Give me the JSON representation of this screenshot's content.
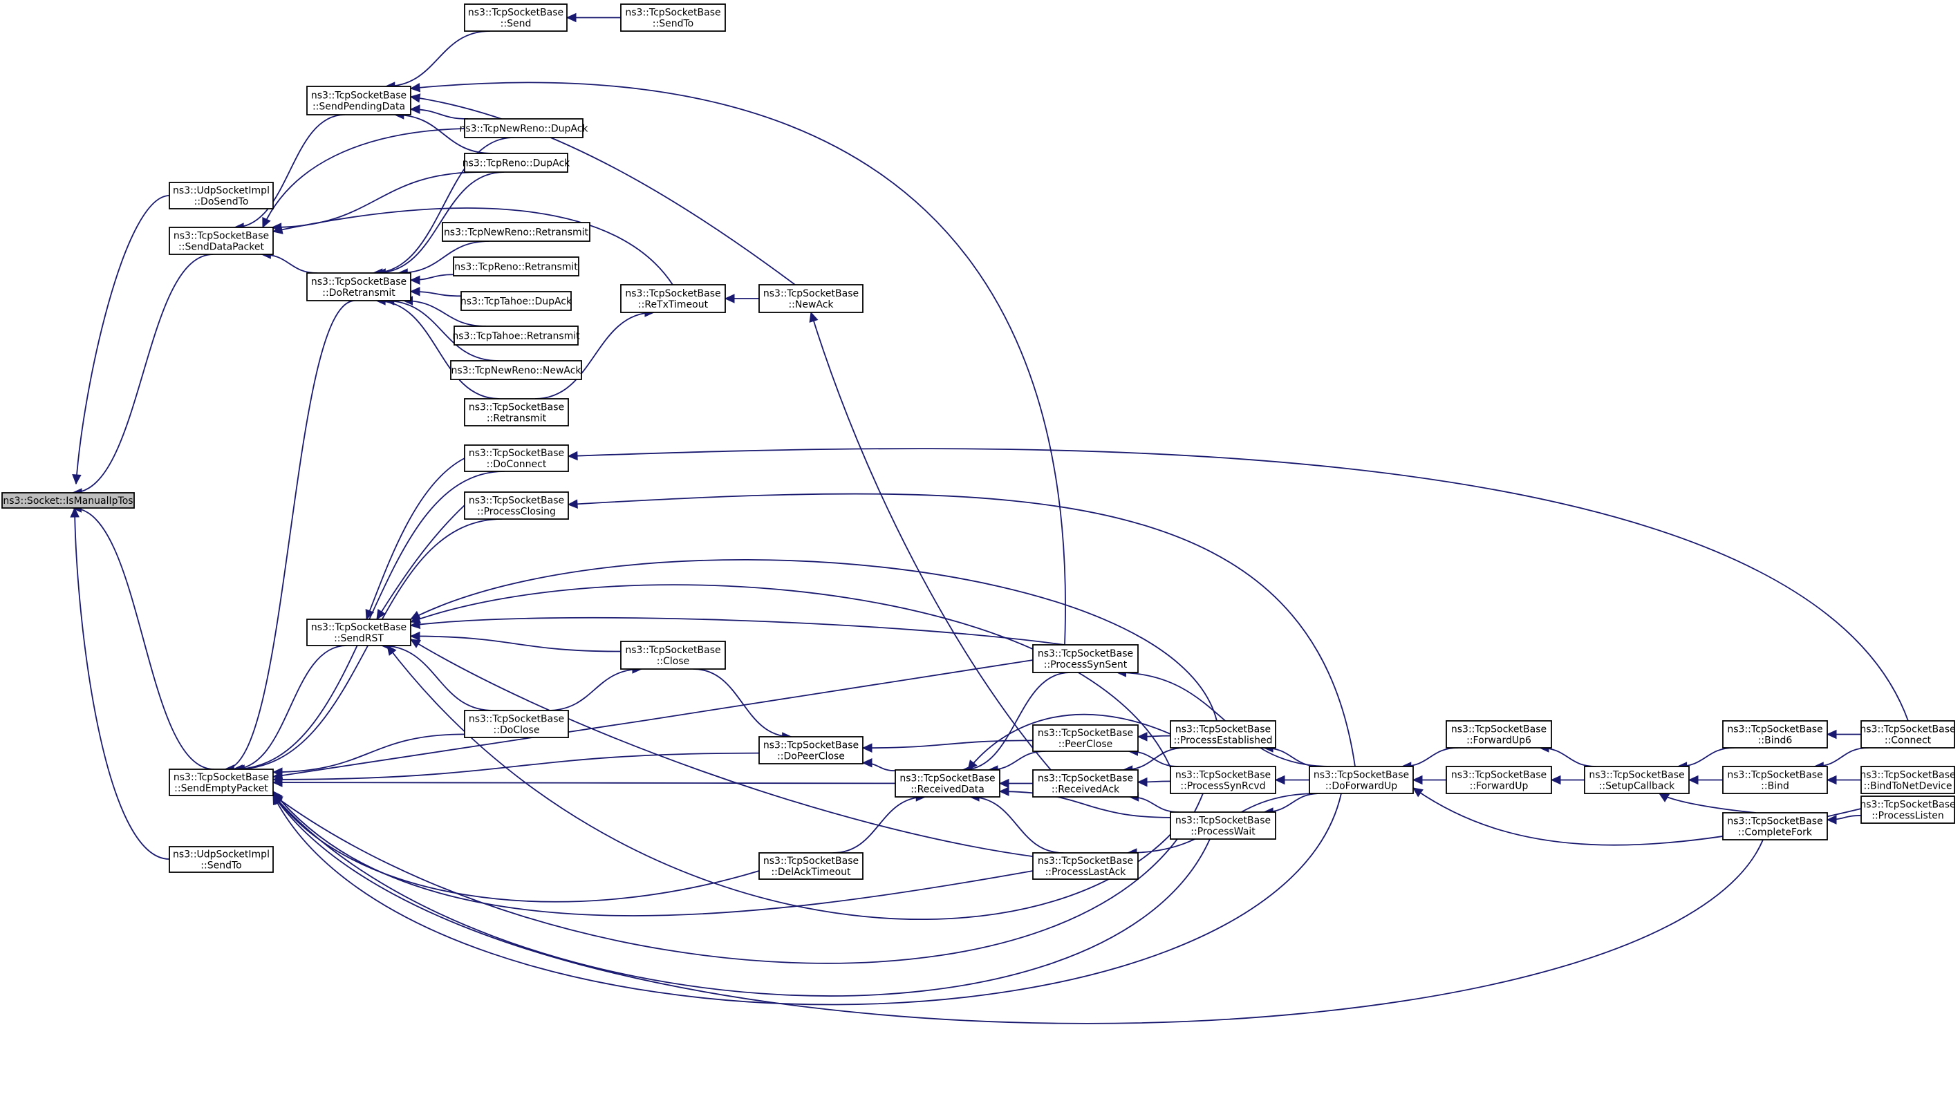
{
  "graph": {
    "nodes": [
      {
        "id": "n0",
        "lines": [
          "ns3::Socket::IsManualIpTos"
        ],
        "root": true,
        "clickable": false
      },
      {
        "id": "n1",
        "lines": [
          "ns3::UdpSocketImpl",
          "::DoSendTo"
        ]
      },
      {
        "id": "n2",
        "lines": [
          "ns3::TcpSocketBase",
          "::SendDataPacket"
        ]
      },
      {
        "id": "n3",
        "lines": [
          "ns3::TcpSocketBase",
          "::SendEmptyPacket"
        ]
      },
      {
        "id": "n4",
        "lines": [
          "ns3::UdpSocketImpl",
          "::SendTo"
        ]
      },
      {
        "id": "n5",
        "lines": [
          "ns3::TcpSocketBase",
          "::SendPendingData"
        ]
      },
      {
        "id": "n6",
        "lines": [
          "ns3::TcpSocketBase",
          "::DoRetransmit"
        ]
      },
      {
        "id": "n7",
        "lines": [
          "ns3::TcpSocketBase",
          "::Send"
        ]
      },
      {
        "id": "n8",
        "lines": [
          "ns3::TcpSocketBase",
          "::SendTo"
        ]
      },
      {
        "id": "n9",
        "lines": [
          "ns3::TcpNewReno::DupAck"
        ]
      },
      {
        "id": "n10",
        "lines": [
          "ns3::TcpReno::DupAck"
        ]
      },
      {
        "id": "n11",
        "lines": [
          "ns3::TcpNewReno::Retransmit"
        ]
      },
      {
        "id": "n12",
        "lines": [
          "ns3::TcpReno::Retransmit"
        ]
      },
      {
        "id": "n13",
        "lines": [
          "ns3::TcpTahoe::DupAck"
        ]
      },
      {
        "id": "n14",
        "lines": [
          "ns3::TcpTahoe::Retransmit"
        ]
      },
      {
        "id": "n15",
        "lines": [
          "ns3::TcpNewReno::NewAck"
        ]
      },
      {
        "id": "n16",
        "lines": [
          "ns3::TcpSocketBase",
          "::Retransmit"
        ]
      },
      {
        "id": "n17",
        "lines": [
          "ns3::TcpSocketBase",
          "::ReTxTimeout"
        ]
      },
      {
        "id": "n18",
        "lines": [
          "ns3::TcpSocketBase",
          "::NewAck"
        ]
      },
      {
        "id": "n19",
        "lines": [
          "ns3::TcpSocketBase",
          "::DoConnect"
        ]
      },
      {
        "id": "n20",
        "lines": [
          "ns3::TcpSocketBase",
          "::ProcessClosing"
        ]
      },
      {
        "id": "n21",
        "lines": [
          "ns3::TcpSocketBase",
          "::SendRST"
        ]
      },
      {
        "id": "n22",
        "lines": [
          "ns3::TcpSocketBase",
          "::Close"
        ]
      },
      {
        "id": "n23",
        "lines": [
          "ns3::TcpSocketBase",
          "::DoClose"
        ]
      },
      {
        "id": "n24",
        "lines": [
          "ns3::TcpSocketBase",
          "::DoPeerClose"
        ]
      },
      {
        "id": "n25",
        "lines": [
          "ns3::TcpSocketBase",
          "::DelAckTimeout"
        ]
      },
      {
        "id": "n26",
        "lines": [
          "ns3::TcpSocketBase",
          "::ReceivedData"
        ]
      },
      {
        "id": "n27",
        "lines": [
          "ns3::TcpSocketBase",
          "::ProcessSynSent"
        ]
      },
      {
        "id": "n28",
        "lines": [
          "ns3::TcpSocketBase",
          "::PeerClose"
        ]
      },
      {
        "id": "n29",
        "lines": [
          "ns3::TcpSocketBase",
          "::ReceivedAck"
        ]
      },
      {
        "id": "n30",
        "lines": [
          "ns3::TcpSocketBase",
          "::ProcessLastAck"
        ]
      },
      {
        "id": "n31",
        "lines": [
          "ns3::TcpSocketBase",
          "::ProcessEstablished"
        ]
      },
      {
        "id": "n32",
        "lines": [
          "ns3::TcpSocketBase",
          "::ProcessSynRcvd"
        ]
      },
      {
        "id": "n33",
        "lines": [
          "ns3::TcpSocketBase",
          "::ProcessWait"
        ]
      },
      {
        "id": "n34",
        "lines": [
          "ns3::TcpSocketBase",
          "::DoForwardUp"
        ]
      },
      {
        "id": "n35",
        "lines": [
          "ns3::TcpSocketBase",
          "::ForwardUp6"
        ]
      },
      {
        "id": "n36",
        "lines": [
          "ns3::TcpSocketBase",
          "::ForwardUp"
        ]
      },
      {
        "id": "n37",
        "lines": [
          "ns3::TcpSocketBase",
          "::SetupCallback"
        ]
      },
      {
        "id": "n38",
        "lines": [
          "ns3::TcpSocketBase",
          "::Bind6"
        ]
      },
      {
        "id": "n39",
        "lines": [
          "ns3::TcpSocketBase",
          "::Bind"
        ]
      },
      {
        "id": "n40",
        "lines": [
          "ns3::TcpSocketBase",
          "::CompleteFork"
        ]
      },
      {
        "id": "n41",
        "lines": [
          "ns3::TcpSocketBase",
          "::Connect"
        ]
      },
      {
        "id": "n42",
        "lines": [
          "ns3::TcpSocketBase",
          "::BindToNetDevice"
        ]
      },
      {
        "id": "n43",
        "lines": [
          "ns3::TcpSocketBase",
          "::ProcessListen"
        ]
      }
    ],
    "edges": [
      [
        "n1",
        "n0"
      ],
      [
        "n2",
        "n0"
      ],
      [
        "n3",
        "n0"
      ],
      [
        "n4",
        "n0"
      ],
      [
        "n5",
        "n2"
      ],
      [
        "n6",
        "n2"
      ],
      [
        "n9",
        "n2"
      ],
      [
        "n10",
        "n2"
      ],
      [
        "n17",
        "n2"
      ],
      [
        "n7",
        "n5"
      ],
      [
        "n8",
        "n7"
      ],
      [
        "n9",
        "n5"
      ],
      [
        "n10",
        "n5"
      ],
      [
        "n27",
        "n5"
      ],
      [
        "n18",
        "n5"
      ],
      [
        "n9",
        "n6"
      ],
      [
        "n10",
        "n6"
      ],
      [
        "n11",
        "n6"
      ],
      [
        "n12",
        "n6"
      ],
      [
        "n13",
        "n6"
      ],
      [
        "n14",
        "n6"
      ],
      [
        "n15",
        "n6"
      ],
      [
        "n16",
        "n6"
      ],
      [
        "n16",
        "n17"
      ],
      [
        "n18",
        "n17"
      ],
      [
        "n29",
        "n18"
      ],
      [
        "n6",
        "n3"
      ],
      [
        "n19",
        "n3"
      ],
      [
        "n20",
        "n3"
      ],
      [
        "n21",
        "n3"
      ],
      [
        "n23",
        "n3"
      ],
      [
        "n24",
        "n3"
      ],
      [
        "n26",
        "n3"
      ],
      [
        "n25",
        "n3"
      ],
      [
        "n27",
        "n3"
      ],
      [
        "n30",
        "n3"
      ],
      [
        "n32",
        "n3"
      ],
      [
        "n33",
        "n3"
      ],
      [
        "n34",
        "n3"
      ],
      [
        "n40",
        "n3"
      ],
      [
        "n19",
        "n21"
      ],
      [
        "n20",
        "n21"
      ],
      [
        "n22",
        "n21"
      ],
      [
        "n23",
        "n21"
      ],
      [
        "n27",
        "n21"
      ],
      [
        "n31",
        "n21"
      ],
      [
        "n32",
        "n21"
      ],
      [
        "n30",
        "n21"
      ],
      [
        "n33",
        "n21"
      ],
      [
        "n41",
        "n19"
      ],
      [
        "n34",
        "n20"
      ],
      [
        "n23",
        "n22"
      ],
      [
        "n22",
        "n24"
      ],
      [
        "n28",
        "n24"
      ],
      [
        "n26",
        "n24"
      ],
      [
        "n25",
        "n26"
      ],
      [
        "n27",
        "n26"
      ],
      [
        "n28",
        "n26"
      ],
      [
        "n29",
        "n26"
      ],
      [
        "n31",
        "n26"
      ],
      [
        "n33",
        "n26"
      ],
      [
        "n30",
        "n26"
      ],
      [
        "n31",
        "n28"
      ],
      [
        "n32",
        "n28"
      ],
      [
        "n31",
        "n29"
      ],
      [
        "n32",
        "n29"
      ],
      [
        "n33",
        "n29"
      ],
      [
        "n34",
        "n30"
      ],
      [
        "n34",
        "n27"
      ],
      [
        "n34",
        "n31"
      ],
      [
        "n34",
        "n32"
      ],
      [
        "n34",
        "n33"
      ],
      [
        "n35",
        "n34"
      ],
      [
        "n36",
        "n34"
      ],
      [
        "n43",
        "n34"
      ],
      [
        "n37",
        "n35"
      ],
      [
        "n37",
        "n36"
      ],
      [
        "n38",
        "n37"
      ],
      [
        "n39",
        "n37"
      ],
      [
        "n40",
        "n37"
      ],
      [
        "n41",
        "n38"
      ],
      [
        "n41",
        "n39"
      ],
      [
        "n42",
        "n39"
      ],
      [
        "n43",
        "n40"
      ]
    ]
  }
}
